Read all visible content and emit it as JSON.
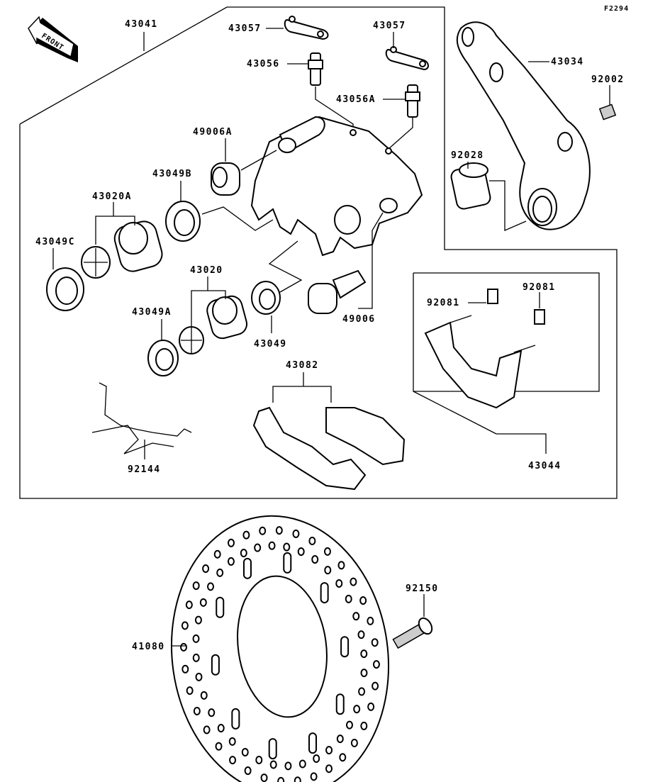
{
  "figure_code": "F2294",
  "front_arrow": "FRONT",
  "part_labels": {
    "caliper_assy": "43041",
    "bleeder_cap_1": "43057",
    "bleeder_cap_2": "43057",
    "bleeder_valve": "43056",
    "bleeder_valve_a": "43056A",
    "caliper_bracket": "43034",
    "bolt_92002": "92002",
    "pin_boot_a": "49006A",
    "seal_b": "43049B",
    "piston_a": "43020A",
    "seal_c": "43049C",
    "collar": "92028",
    "clip_1": "92081",
    "clip_2": "92081",
    "piston": "43020",
    "seal_a": "43049A",
    "seal": "43049",
    "pin_boot": "49006",
    "pad_assy": "43082",
    "spring": "92144",
    "holder_assy": "43044",
    "disc_bolt": "92150",
    "brake_disc": "41080"
  }
}
